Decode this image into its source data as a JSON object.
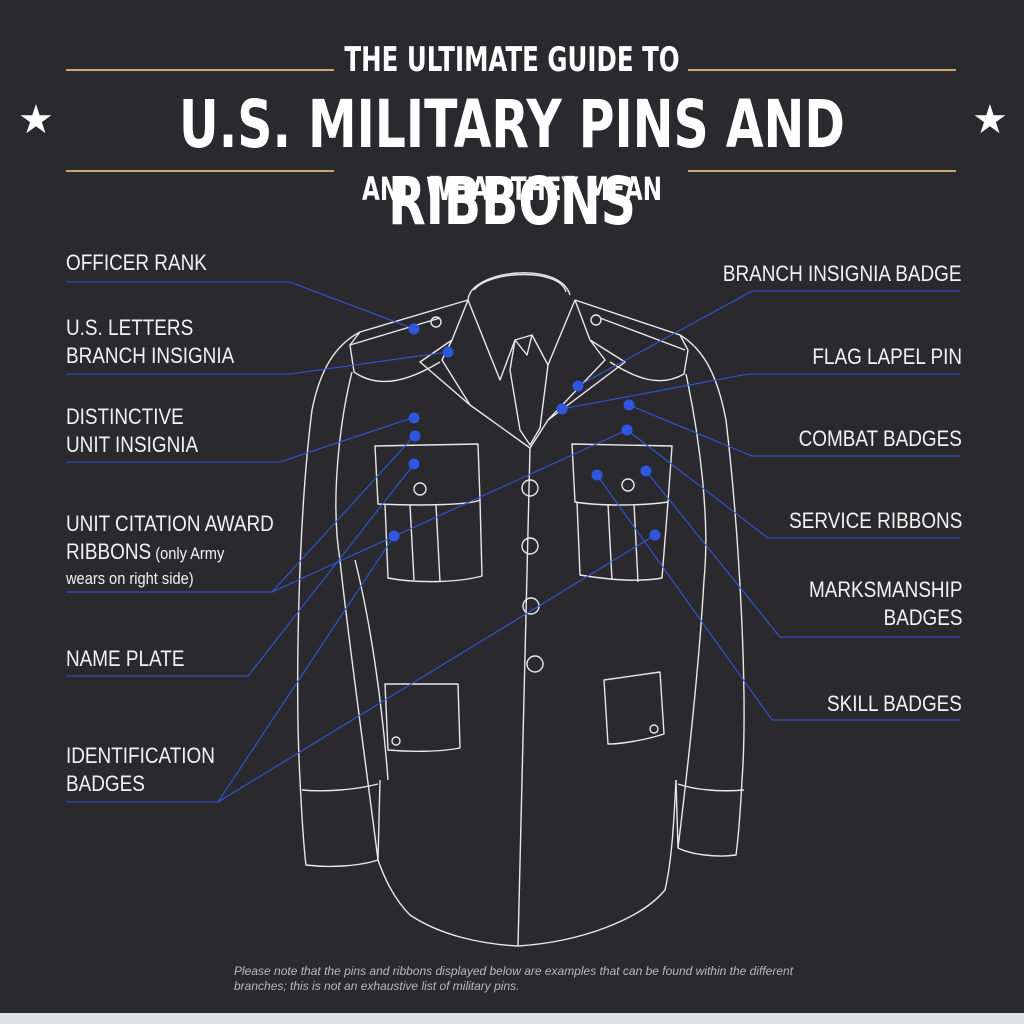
{
  "header": {
    "top_line": "THE ULTIMATE GUIDE TO",
    "main_title": "U.S. MILITARY PINS AND RIBBONS",
    "bottom_line": "AND WHAT THEY MEAN",
    "star": "★",
    "rule_color": "#c8a971"
  },
  "labels_left": [
    {
      "id": "officer-rank",
      "lines": [
        "OFFICER RANK"
      ]
    },
    {
      "id": "us-letters",
      "lines": [
        "U.S. LETTERS",
        "BRANCH INSIGNIA"
      ]
    },
    {
      "id": "distinctive-unit",
      "lines": [
        "DISTINCTIVE",
        "UNIT INSIGNIA"
      ]
    },
    {
      "id": "unit-citation",
      "lines": [
        "UNIT CITATION AWARD",
        "RIBBONS"
      ],
      "suffix": " (only Army",
      "extra": "wears on right side)"
    },
    {
      "id": "name-plate",
      "lines": [
        "NAME PLATE"
      ]
    },
    {
      "id": "identification",
      "lines": [
        "IDENTIFICATION",
        "BADGES"
      ]
    }
  ],
  "labels_right": [
    {
      "id": "branch-insignia-badge",
      "lines": [
        "BRANCH INSIGNIA BADGE"
      ]
    },
    {
      "id": "flag-lapel-pin",
      "lines": [
        "FLAG LAPEL PIN"
      ]
    },
    {
      "id": "combat-badges",
      "lines": [
        "COMBAT BADGES"
      ]
    },
    {
      "id": "service-ribbons",
      "lines": [
        "SERVICE RIBBONS"
      ]
    },
    {
      "id": "marksmanship",
      "lines": [
        "MARKSMANSHIP",
        "BADGES"
      ]
    },
    {
      "id": "skill-badges",
      "lines": [
        "SKILL BADGES"
      ]
    }
  ],
  "note": "Please note that the pins and ribbons displayed below are examples that can be found within the different branches; this is not an exhaustive list of military pins.",
  "colors": {
    "background": "#2a2a2e",
    "leader_line": "#2f56d6",
    "dot": "#2f56e0",
    "outline": "#e8e8e8"
  }
}
